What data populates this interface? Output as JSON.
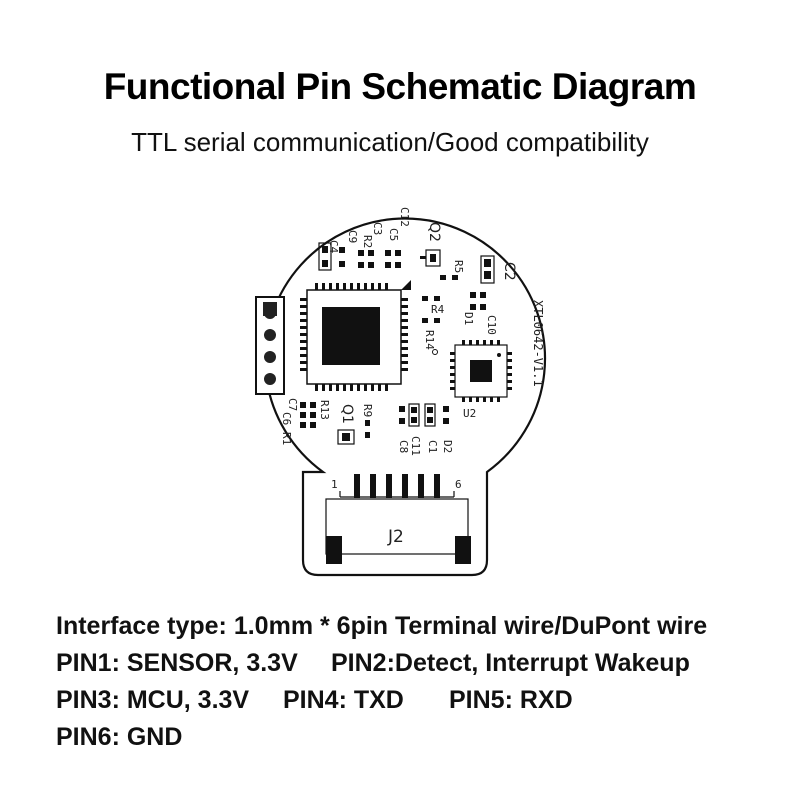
{
  "title": "Functional Pin Schematic Diagram",
  "subtitle": "TTL serial communication/Good compatibility",
  "board": {
    "model": "XTL0642-V1.1",
    "connector": "J2",
    "pin_first": "1",
    "pin_last": "6",
    "components": {
      "q2": "Q2",
      "q1": "Q1",
      "u2": "U2",
      "c2": "C2",
      "c3": "C3",
      "c4": "C4",
      "c5": "C5",
      "c6": "C6",
      "c7": "C7",
      "c8": "C8",
      "c9": "C9",
      "c10": "C10",
      "c11": "C11",
      "c12": "C12",
      "c1": "C1",
      "r1": "R1",
      "r2": "R2",
      "r4": "R4",
      "r5": "R5",
      "r9": "R9",
      "r13": "R13",
      "r14": "R14",
      "d1": "D1",
      "d2": "D2"
    }
  },
  "specs": {
    "interface": "Interface type: 1.0mm * 6pin Terminal wire/DuPont wire",
    "pin1": "PIN1: SENSOR, 3.3V",
    "pin2": "PIN2:Detect, Interrupt Wakeup",
    "pin3": "PIN3: MCU, 3.3V",
    "pin4": "PIN4: TXD",
    "pin5": "PIN5: RXD",
    "pin6": "PIN6: GND"
  }
}
